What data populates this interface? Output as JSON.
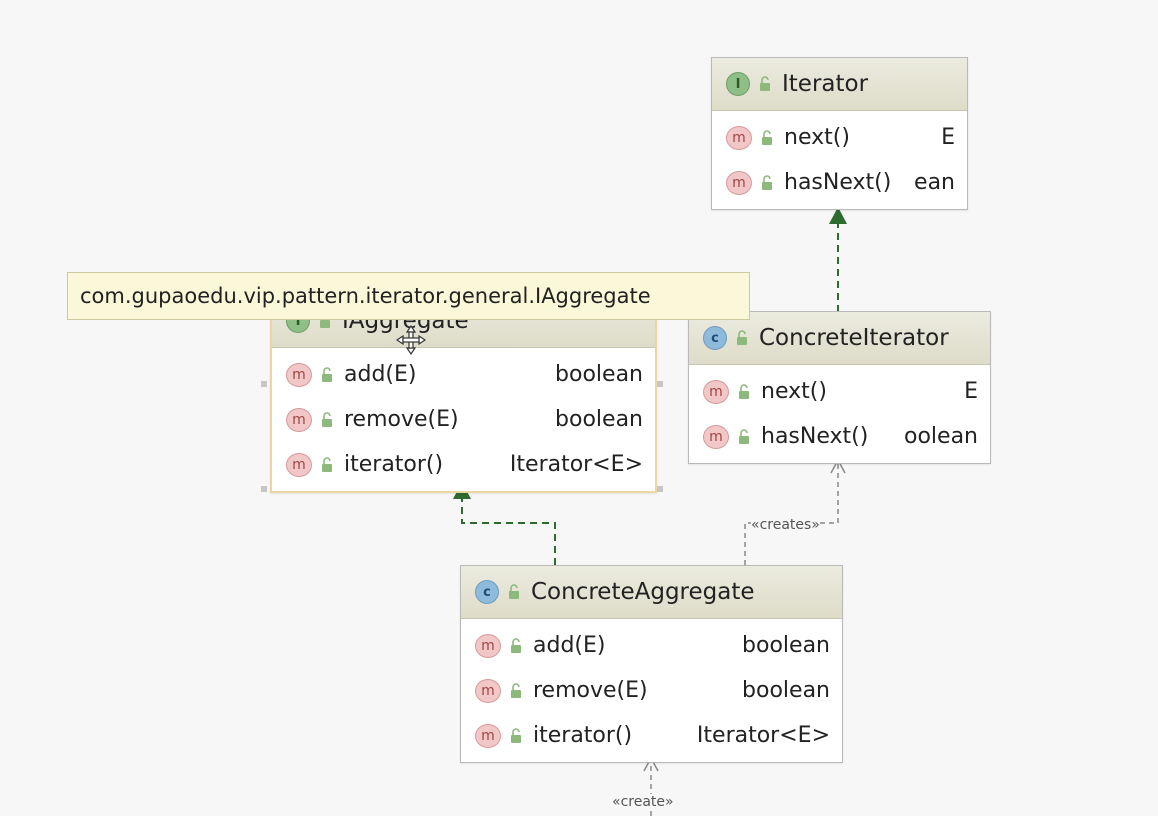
{
  "classes": {
    "iterator": {
      "kind": "interface",
      "kind_letter": "I",
      "name": "Iterator",
      "methods": [
        {
          "name": "next()",
          "type": "E"
        },
        {
          "name": "hasNext()",
          "type": "ean"
        }
      ]
    },
    "iaggregate": {
      "kind": "interface",
      "kind_letter": "I",
      "name": "IAggregate",
      "methods": [
        {
          "name": "add(E)",
          "type": "boolean"
        },
        {
          "name": "remove(E)",
          "type": "boolean"
        },
        {
          "name": "iterator()",
          "type": "Iterator<E>"
        }
      ]
    },
    "concrete_iterator": {
      "kind": "class",
      "kind_letter": "c",
      "name": "ConcreteIterator",
      "methods": [
        {
          "name": "next()",
          "type": "E"
        },
        {
          "name": "hasNext()",
          "type": "oolean"
        }
      ]
    },
    "concrete_aggregate": {
      "kind": "class",
      "kind_letter": "c",
      "name": "ConcreteAggregate",
      "methods": [
        {
          "name": "add(E)",
          "type": "boolean"
        },
        {
          "name": "remove(E)",
          "type": "boolean"
        },
        {
          "name": "iterator()",
          "type": "Iterator<E>"
        }
      ]
    }
  },
  "method_badge": "m",
  "stereotypes": {
    "creates": "«creates»",
    "create": "«create»"
  },
  "tooltip": "com.gupaoedu.vip.pattern.iterator.general.IAggregate",
  "colors": {
    "realization_arrow": "#2e6b2e",
    "dependency_arrow": "#888888",
    "header_bg": "#e2e0cd",
    "selected_border": "#ead7a0"
  },
  "icons": {
    "visibility": "lock-open-icon",
    "cursor": "move-cursor-icon"
  }
}
